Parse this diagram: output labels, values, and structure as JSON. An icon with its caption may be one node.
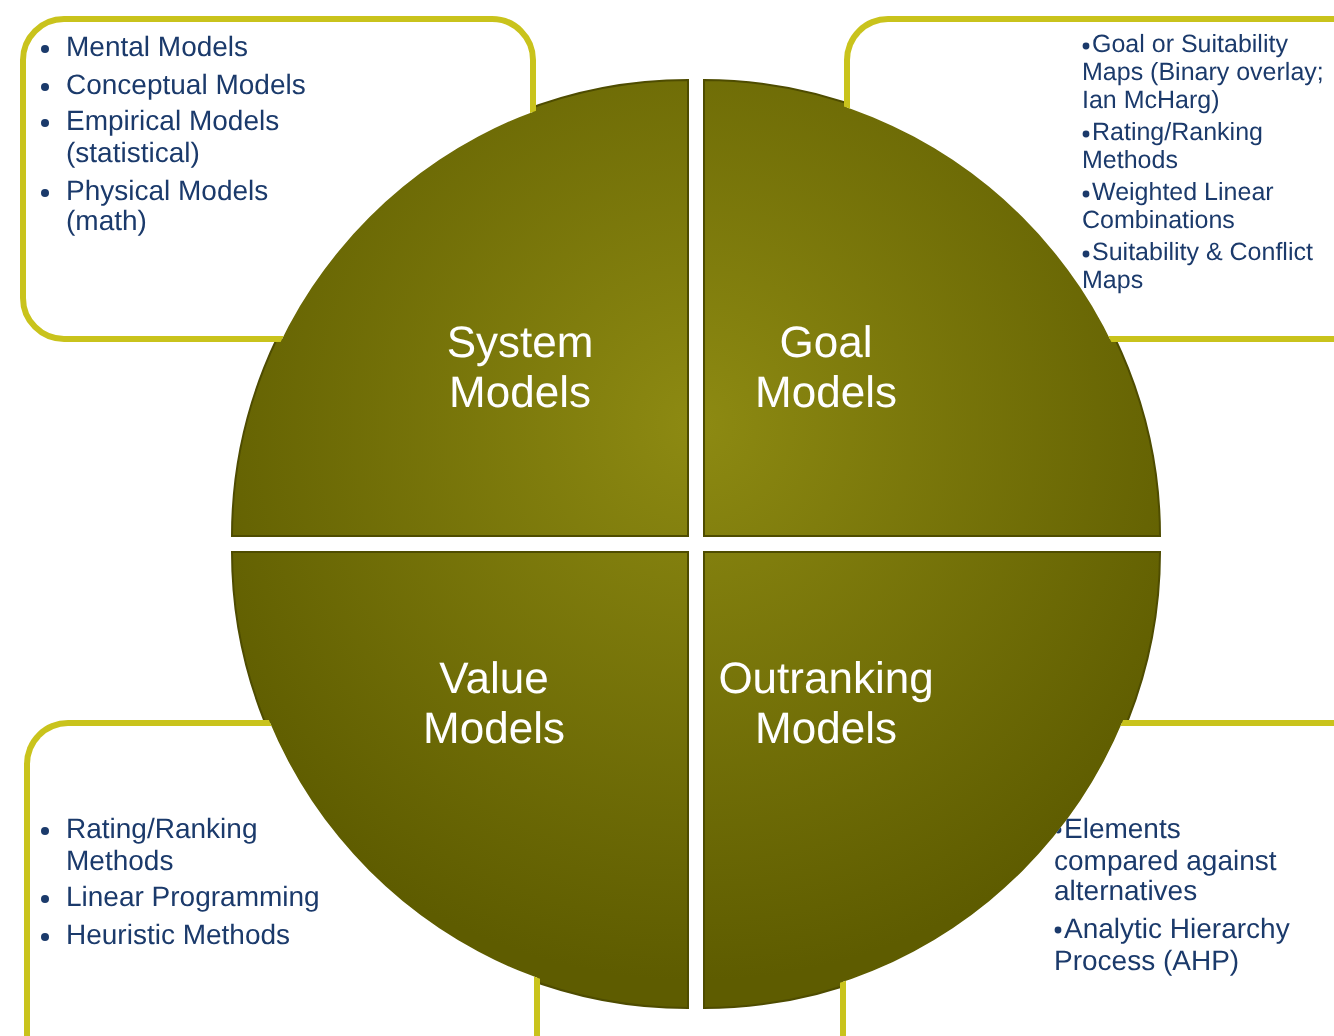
{
  "diagram": {
    "nodes": [
      {
        "text": [
          "Mental Models",
          "Conceptual Models",
          "Empirical Models (statistical)",
          "Physical Models (math)"
        ]
      },
      {
        "text": [
          "Goal or Suitability Maps (Binary overlay; Ian McHarg)",
          "Rating/Ranking Methods",
          "Weighted Linear Combinations",
          "Suitability & Conflict Maps"
        ]
      },
      {
        "text": [
          "System Models"
        ]
      },
      {
        "text": [
          "Goal Models"
        ]
      },
      {
        "text": [
          "Value Models"
        ]
      },
      {
        "text": [
          "Outranking Models"
        ]
      },
      {
        "text": [
          "Rating/Ranking Methods",
          "Linear Programming",
          "Heuristic Methods"
        ]
      },
      {
        "text": [
          "Elements compared against alternatives",
          "Analytic Hierarchy Process (AHP)"
        ]
      }
    ]
  }
}
